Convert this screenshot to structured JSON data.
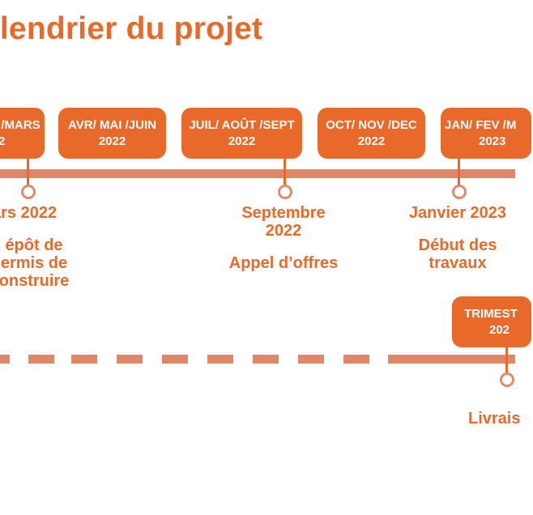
{
  "title": "alendrier du projet",
  "periods": [
    {
      "line1": "/MARS",
      "line2": "2"
    },
    {
      "line1": "AVR/ MAI /JUIN",
      "line2": "2022"
    },
    {
      "line1": "JUIL/ AOÛT /SEPT",
      "line2": "2022"
    },
    {
      "line1": "OCT/ NOV /DEC",
      "line2": "2022"
    },
    {
      "line1": "JAN/ FEV /M",
      "line2": "2023"
    },
    {
      "line1": "TRIMEST",
      "line2": "202"
    }
  ],
  "milestones": [
    {
      "date": "ars 2022",
      "event": "épôt de\nermis de\nonstruire"
    },
    {
      "date": "Septembre\n2022",
      "event": "Appel d’offres"
    },
    {
      "date": "Janvier 2023",
      "event": "Début des\ntravaux"
    },
    {
      "date": "",
      "event": "Livrais"
    }
  ],
  "colors": {
    "accent": "#E8692A",
    "timeline": "#E0876A",
    "background": "#FFFFFF"
  }
}
